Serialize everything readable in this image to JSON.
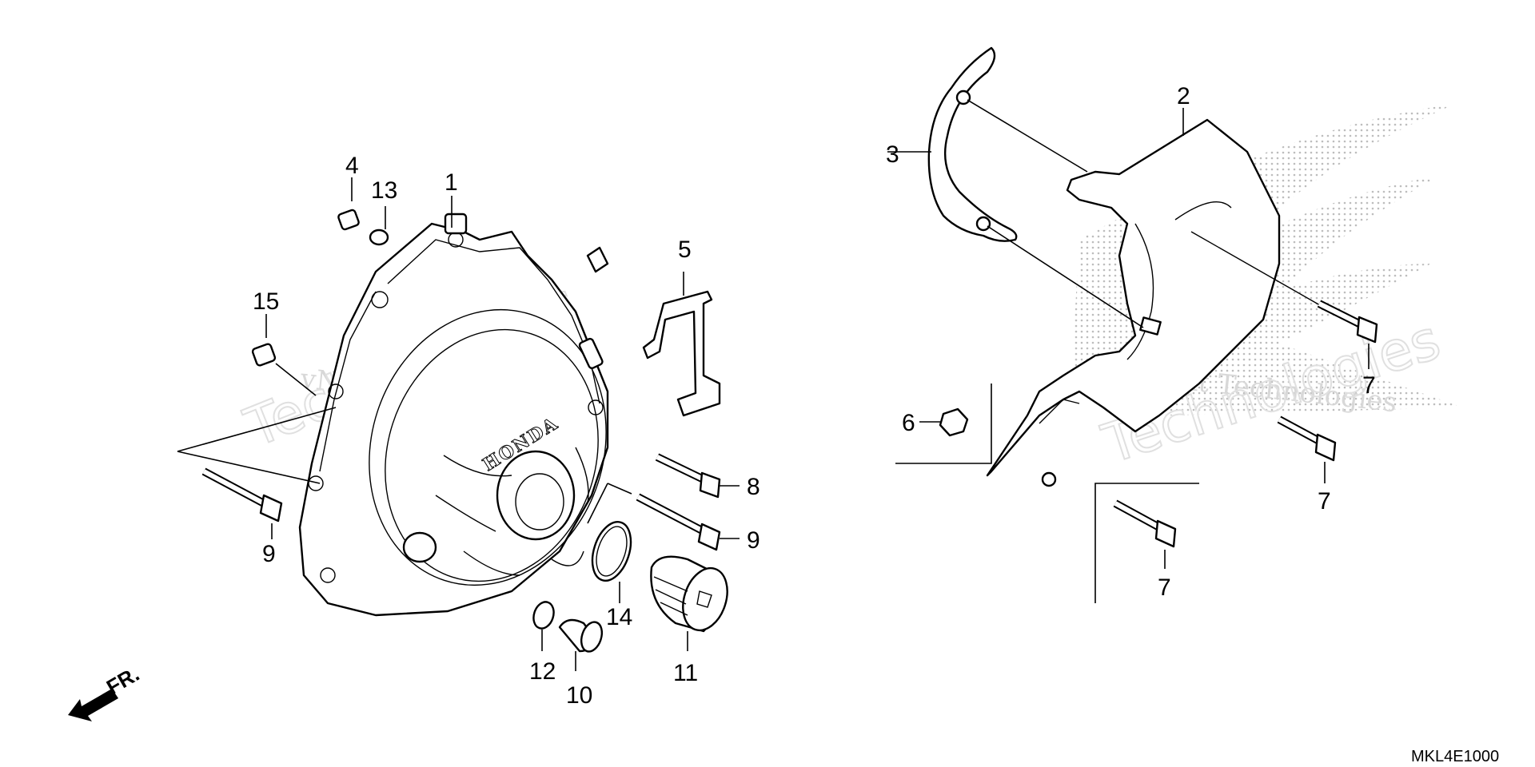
{
  "diagram": {
    "part_labels": {
      "p1": "1",
      "p2": "2",
      "p3": "3",
      "p4": "4",
      "p5": "5",
      "p6": "6",
      "p7a": "7",
      "p7b": "7",
      "p7c": "7",
      "p8": "8",
      "p9a": "9",
      "p9b": "9",
      "p10": "10",
      "p11": "11",
      "p12": "12",
      "p13": "13",
      "p14": "14",
      "p15": "15"
    },
    "direction_label": "FR.",
    "brand_text": "HONDA",
    "drawing_code": "MKL4E1000",
    "watermark": {
      "line1": "vNext Technologies",
      "line2": "Technologies"
    }
  }
}
